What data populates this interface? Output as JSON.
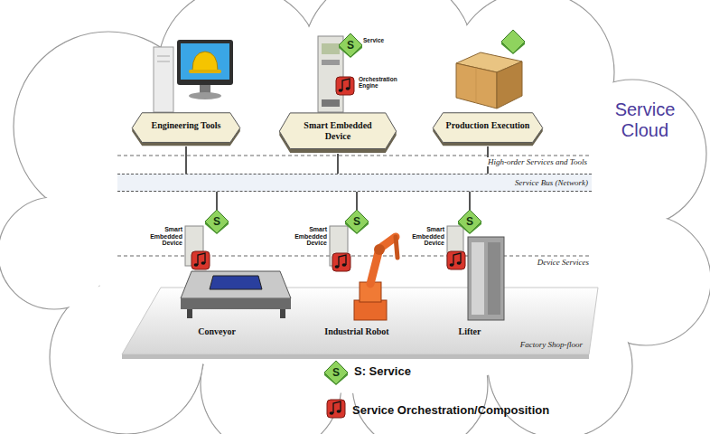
{
  "diagram": {
    "nodes": [
      {
        "text": [
          "Engineering Tools"
        ]
      },
      {
        "text": [
          "Smart Embedded Device"
        ]
      },
      {
        "text": [
          "Production Execution"
        ]
      },
      {
        "text": [
          "Service Bus (Network)"
        ]
      },
      {
        "text": [
          "Conveyor"
        ]
      },
      {
        "text": [
          "Industrial Robot"
        ]
      },
      {
        "text": [
          "Lifter"
        ]
      }
    ],
    "edges": [
      {
        "from": 0,
        "to": 3,
        "arrow": "none"
      },
      {
        "from": 1,
        "to": 3,
        "arrow": "none"
      },
      {
        "from": 2,
        "to": 3,
        "arrow": "none"
      },
      {
        "from": 3,
        "to": 4,
        "arrow": "none"
      },
      {
        "from": 3,
        "to": 5,
        "arrow": "none"
      },
      {
        "from": 3,
        "to": 6,
        "arrow": "none"
      }
    ],
    "labels": [
      "Service Cloud",
      "Service",
      "Orchestration Engine",
      "S",
      "High-order Services and Tools",
      "Device Services",
      "Factory Shop-floor",
      "Smart Embedded Device",
      "S",
      "Smart Embedded Device",
      "S",
      "Smart Embedded Device",
      "S",
      "S"
    ],
    "legend": [
      {
        "text": "S: Service"
      },
      {
        "text": "Service Orchestration/Composition"
      }
    ]
  }
}
